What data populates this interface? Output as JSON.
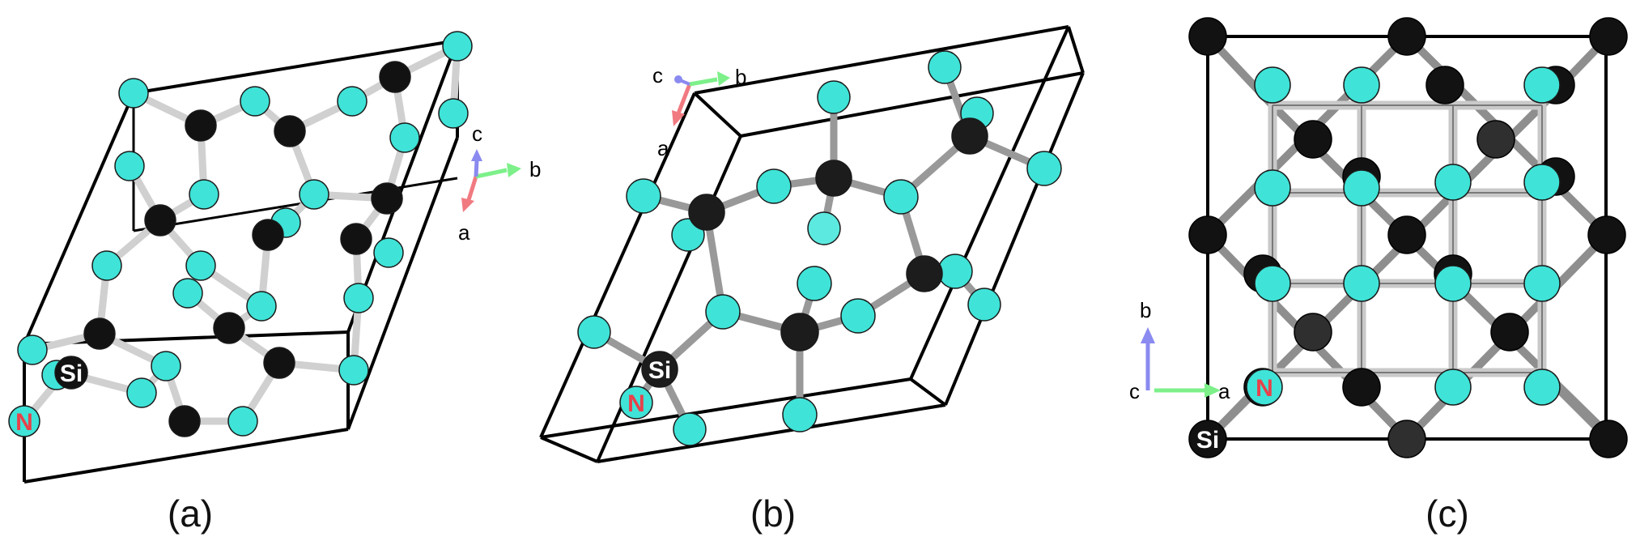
{
  "colors": {
    "nitrogen": "#3fe3d7",
    "silicon": "#121212",
    "silicon_gray": "#2f2f2f",
    "bond": "#d8d8d8",
    "bond_dark": "#8e8e8e",
    "cell_edge": "#000000",
    "axis_a": "#f07a80",
    "axis_b": "#7df08a",
    "axis_c": "#8a8af0",
    "label_n": "#e8414b",
    "label_si": "#ffffff"
  },
  "panels": [
    {
      "id": "a",
      "caption": "(a)",
      "atom_labels": [
        "Si",
        "N"
      ],
      "axes": {
        "a": "a",
        "b": "b",
        "c": "c"
      }
    },
    {
      "id": "b",
      "caption": "(b)",
      "atom_labels": [
        "Si",
        "N"
      ],
      "axes": {
        "a": "a",
        "b": "b",
        "c": "c"
      }
    },
    {
      "id": "c",
      "caption": "(c)",
      "atom_labels": [
        "Si",
        "N"
      ],
      "axes": {
        "a": "a",
        "b": "b",
        "c": "c"
      }
    }
  ]
}
